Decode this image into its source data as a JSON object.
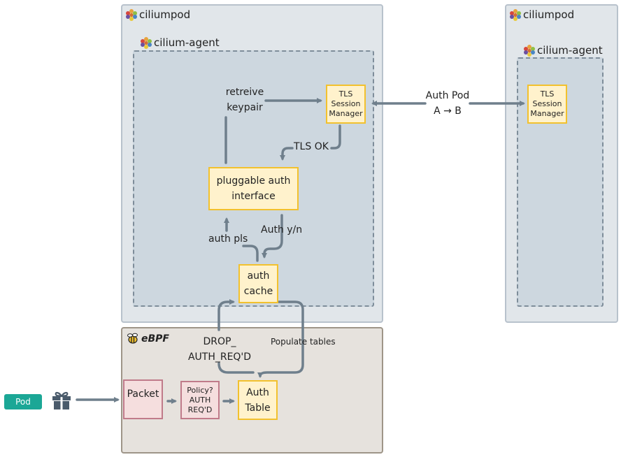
{
  "pods": {
    "left": {
      "title": "ciliumpod",
      "agent_title": "cilium-agent"
    },
    "right": {
      "title": "ciliumpod",
      "agent_title": "cilium-agent"
    }
  },
  "ebpf": {
    "title": "eBPF"
  },
  "nodes": {
    "tls_left": [
      "TLS",
      "Session",
      "Manager"
    ],
    "tls_right": [
      "TLS",
      "Session",
      "Manager"
    ],
    "pluggable": [
      "pluggable auth",
      "interface"
    ],
    "auth_cache": [
      "auth",
      "cache"
    ],
    "packet": "Packet",
    "policy": [
      "Policy?",
      "AUTH",
      "REQ'D"
    ],
    "auth_table": [
      "Auth",
      "Table"
    ],
    "pod_chip": "Pod"
  },
  "labels": {
    "retrieve": [
      "retreive",
      "keypair"
    ],
    "auth_pod": [
      "Auth Pod",
      "A → B"
    ],
    "tls_ok": "TLS OK",
    "auth_yn": "Auth y/n",
    "auth_pls": "auth pls",
    "drop": [
      "DROP_",
      "AUTH_REQ'D"
    ],
    "populate": "Populate tables"
  },
  "colors": {
    "arrow": "#6f7f8c",
    "yellow_fill": "#fff2cc",
    "yellow_border": "#f2c12e",
    "pod_chip": "#1ba796",
    "packet_fill": "#f5dede",
    "packet_border": "#c07b8a"
  },
  "icons": [
    "cilium-hex-icon",
    "bee-icon",
    "gift-icon"
  ]
}
